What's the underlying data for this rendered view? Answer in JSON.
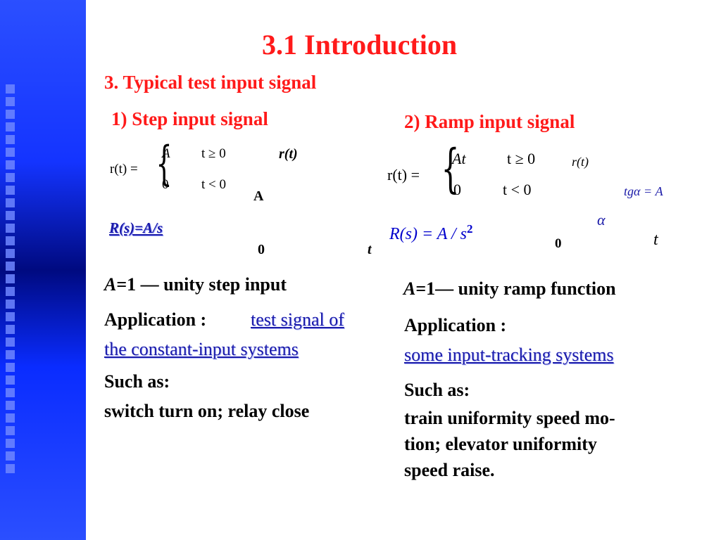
{
  "title": "3.1  Introduction",
  "section": "3.  Typical test input signal",
  "left": {
    "heading": "1) Step input signal",
    "formula": {
      "lhs": "r(t) =",
      "case1_value": "A",
      "case1_cond": "t ≥ 0",
      "case2_value": "0",
      "case2_cond": "t < 0"
    },
    "laplace": "R(s)=A/s",
    "graph": {
      "y_label": "r(t)",
      "x_label": "t",
      "origin": "0",
      "level_label": "A"
    },
    "unity_prefix": "A",
    "unity_text": "=1 — unity step input",
    "application_label": "Application :",
    "application_text_1": "test signal of",
    "application_text_2": "the constant-input systems",
    "such_as": "Such as:",
    "examples": "switch turn on; relay close"
  },
  "right": {
    "heading": "2) Ramp input signal",
    "formula": {
      "lhs": "r(t) =",
      "case1_value": "At",
      "case1_cond": "t ≥ 0",
      "case2_value": "0",
      "case2_cond": "t < 0"
    },
    "laplace_main": "R(s) = A / s",
    "laplace_exp": "2",
    "graph": {
      "y_label": "r(t)",
      "x_label": "t",
      "origin": "0",
      "slope_label": "tgα = A",
      "angle_label": "α"
    },
    "unity_prefix": "A",
    "unity_text": "=1— unity ramp function",
    "application_label": "Application :",
    "application_text": "some input-tracking systems",
    "such_as": "Such as:",
    "examples_1": "train uniformity speed mo-",
    "examples_2": "tion; elevator uniformity",
    "examples_3": "speed raise."
  },
  "colors": {
    "accent": "#ff1a1a",
    "sidebar": "#1434ff",
    "highlight_text": "#0000cc"
  }
}
